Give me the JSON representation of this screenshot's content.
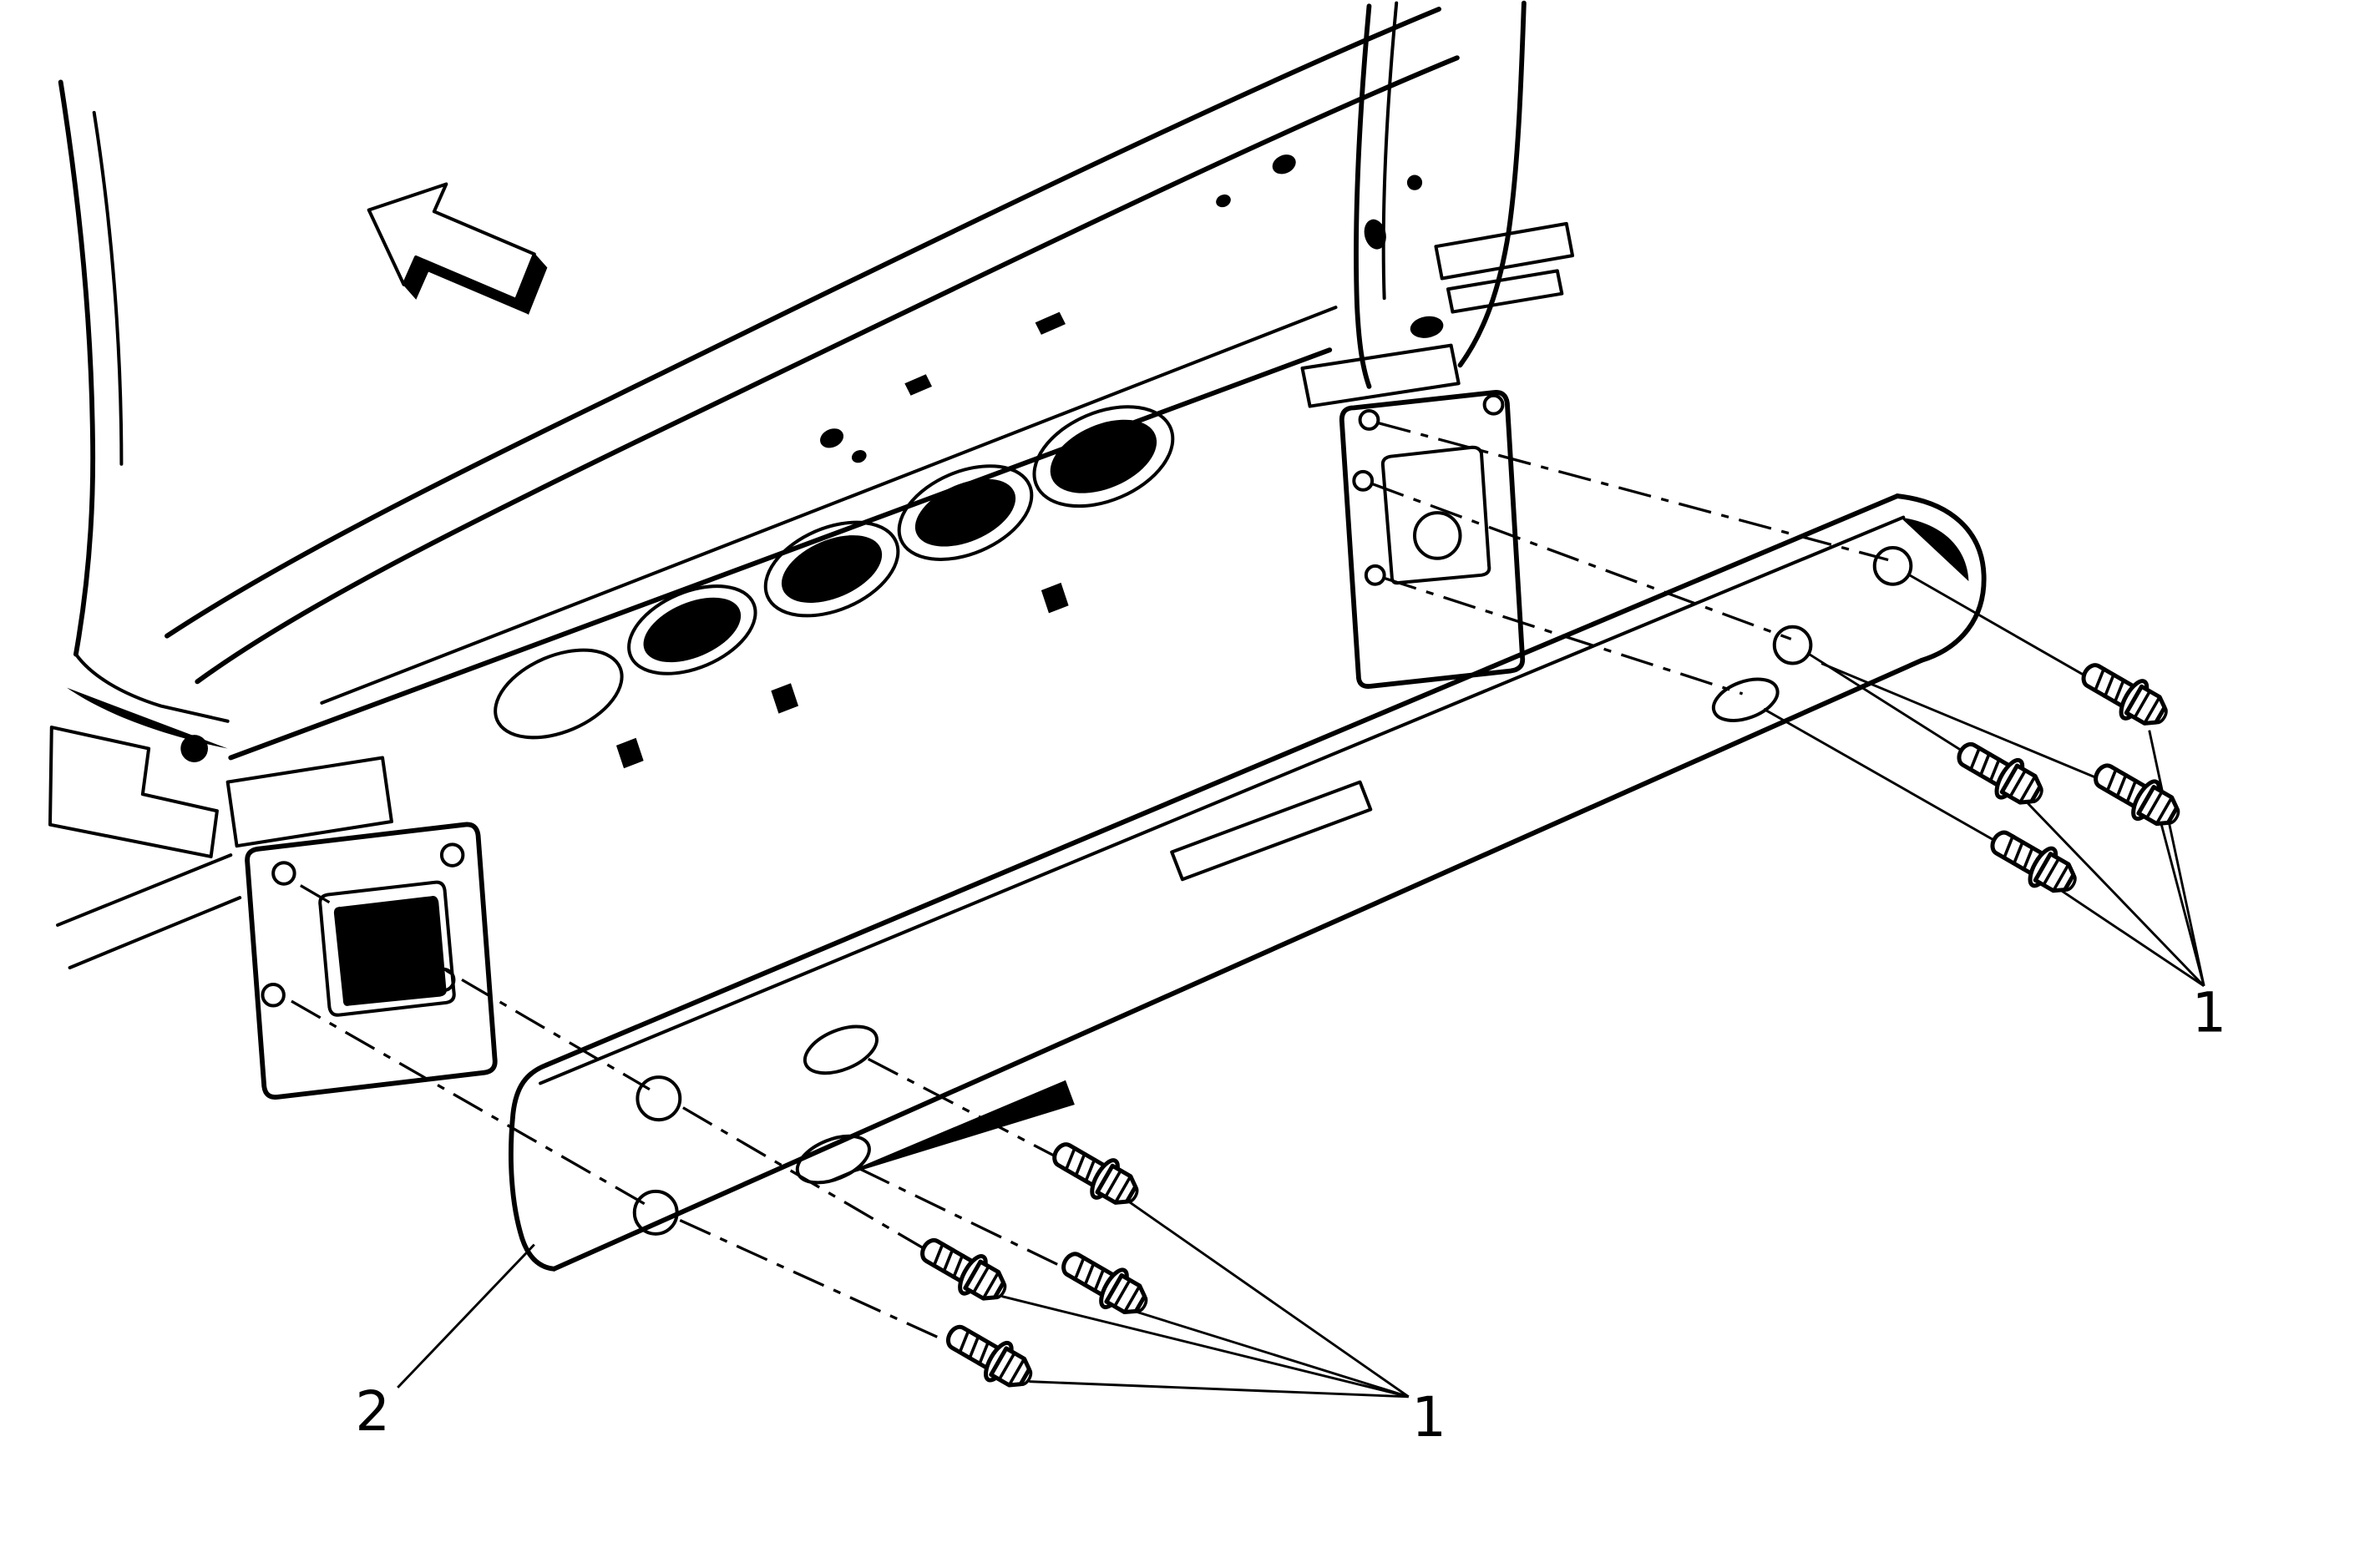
{
  "figure": {
    "background_color": "#ffffff",
    "line_color": "#000000",
    "callouts": {
      "bolts_right": {
        "label": "1"
      },
      "bolts_bottom": {
        "label": "1"
      },
      "impact_bar": {
        "label": "2"
      }
    },
    "direction_arrow": {
      "icon": "direction-arrow-icon"
    }
  }
}
